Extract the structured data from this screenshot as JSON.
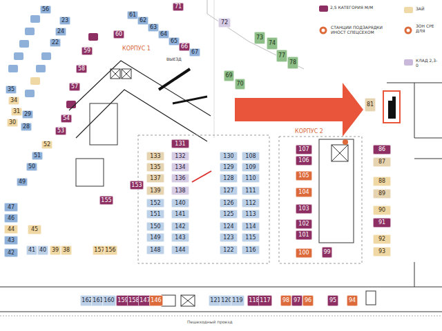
{
  "diagram": {
    "nodes": [
      {
        "text": [
          "56"
        ]
      },
      {
        "text": [
          "23"
        ]
      },
      {
        "text": [
          "24"
        ]
      },
      {
        "text": [
          "22"
        ]
      },
      {
        "text": [
          "35"
        ]
      },
      {
        "text": [
          "34"
        ]
      },
      {
        "text": [
          "31"
        ]
      },
      {
        "text": [
          "30"
        ]
      },
      {
        "text": [
          "29"
        ]
      },
      {
        "text": [
          "28"
        ]
      },
      {
        "text": [
          "54"
        ]
      },
      {
        "text": [
          "53"
        ]
      },
      {
        "text": [
          "52"
        ]
      },
      {
        "text": [
          "51"
        ]
      },
      {
        "text": [
          "50"
        ]
      },
      {
        "text": [
          "49"
        ]
      },
      {
        "text": [
          "47"
        ]
      },
      {
        "text": [
          "46"
        ]
      },
      {
        "text": [
          "44"
        ]
      },
      {
        "text": [
          "43"
        ]
      },
      {
        "text": [
          "42"
        ]
      },
      {
        "text": [
          "45"
        ]
      },
      {
        "text": [
          "41"
        ]
      },
      {
        "text": [
          "40"
        ]
      },
      {
        "text": [
          "39"
        ]
      },
      {
        "text": [
          "38"
        ]
      },
      {
        "text": [
          "59"
        ]
      },
      {
        "text": [
          "58"
        ]
      },
      {
        "text": [
          "57"
        ]
      },
      {
        "text": [
          "60"
        ]
      },
      {
        "text": [
          "61"
        ]
      },
      {
        "text": [
          "62"
        ]
      },
      {
        "text": [
          "63"
        ]
      },
      {
        "text": [
          "64"
        ]
      },
      {
        "text": [
          "65"
        ]
      },
      {
        "text": [
          "66"
        ]
      },
      {
        "text": [
          "67"
        ]
      },
      {
        "text": [
          "71"
        ]
      },
      {
        "text": [
          "72"
        ]
      },
      {
        "text": [
          "69"
        ]
      },
      {
        "text": [
          "70"
        ]
      },
      {
        "text": [
          "73"
        ]
      },
      {
        "text": [
          "74"
        ]
      },
      {
        "text": [
          "77"
        ]
      },
      {
        "text": [
          "78"
        ]
      },
      {
        "text": [
          "81"
        ]
      },
      {
        "text": [
          "153"
        ]
      },
      {
        "text": [
          "155"
        ]
      },
      {
        "text": [
          "157"
        ]
      },
      {
        "text": [
          "156"
        ]
      },
      {
        "text": [
          "131"
        ]
      },
      {
        "text": [
          "133"
        ]
      },
      {
        "text": [
          "132"
        ]
      },
      {
        "text": [
          "135"
        ]
      },
      {
        "text": [
          "134"
        ]
      },
      {
        "text": [
          "137"
        ]
      },
      {
        "text": [
          "136"
        ]
      },
      {
        "text": [
          "139"
        ]
      },
      {
        "text": [
          "138"
        ]
      },
      {
        "text": [
          "152"
        ]
      },
      {
        "text": [
          "140"
        ]
      },
      {
        "text": [
          "151"
        ]
      },
      {
        "text": [
          "141"
        ]
      },
      {
        "text": [
          "150"
        ]
      },
      {
        "text": [
          "142"
        ]
      },
      {
        "text": [
          "149"
        ]
      },
      {
        "text": [
          "143"
        ]
      },
      {
        "text": [
          "148"
        ]
      },
      {
        "text": [
          "144"
        ]
      },
      {
        "text": [
          "130"
        ]
      },
      {
        "text": [
          "108"
        ]
      },
      {
        "text": [
          "129"
        ]
      },
      {
        "text": [
          "109"
        ]
      },
      {
        "text": [
          "128"
        ]
      },
      {
        "text": [
          "110"
        ]
      },
      {
        "text": [
          "127"
        ]
      },
      {
        "text": [
          "111"
        ]
      },
      {
        "text": [
          "126"
        ]
      },
      {
        "text": [
          "112"
        ]
      },
      {
        "text": [
          "125"
        ]
      },
      {
        "text": [
          "113"
        ]
      },
      {
        "text": [
          "124"
        ]
      },
      {
        "text": [
          "114"
        ]
      },
      {
        "text": [
          "123"
        ]
      },
      {
        "text": [
          "115"
        ]
      },
      {
        "text": [
          "122"
        ]
      },
      {
        "text": [
          "116"
        ]
      },
      {
        "text": [
          "107"
        ]
      },
      {
        "text": [
          "106"
        ]
      },
      {
        "text": [
          "105"
        ]
      },
      {
        "text": [
          "104"
        ]
      },
      {
        "text": [
          "103"
        ]
      },
      {
        "text": [
          "102"
        ]
      },
      {
        "text": [
          "101"
        ]
      },
      {
        "text": [
          "100"
        ]
      },
      {
        "text": [
          "99"
        ]
      },
      {
        "text": [
          "86"
        ]
      },
      {
        "text": [
          "87"
        ]
      },
      {
        "text": [
          "88"
        ]
      },
      {
        "text": [
          "89"
        ]
      },
      {
        "text": [
          "90"
        ]
      },
      {
        "text": [
          "91"
        ]
      },
      {
        "text": [
          "92"
        ]
      },
      {
        "text": [
          "93"
        ]
      },
      {
        "text": [
          "162"
        ]
      },
      {
        "text": [
          "161"
        ]
      },
      {
        "text": [
          "160"
        ]
      },
      {
        "text": [
          "159"
        ]
      },
      {
        "text": [
          "158"
        ]
      },
      {
        "text": [
          "147"
        ]
      },
      {
        "text": [
          "146"
        ]
      },
      {
        "text": [
          "121"
        ]
      },
      {
        "text": [
          "120"
        ]
      },
      {
        "text": [
          "119"
        ]
      },
      {
        "text": [
          "118"
        ]
      },
      {
        "text": [
          "117"
        ]
      },
      {
        "text": [
          "98"
        ]
      },
      {
        "text": [
          "97"
        ]
      },
      {
        "text": [
          "96"
        ]
      },
      {
        "text": [
          "95"
        ]
      },
      {
        "text": [
          "94"
        ]
      }
    ],
    "labels": [
      "КОРПУС 1",
      "ВЫЕЗД",
      "КОРПУС 2",
      "Пешеходный проезд"
    ],
    "legend": [
      {
        "text": "2,5 КАТЕГОРИЯ М/М",
        "color": "#8e2f63"
      },
      {
        "text": "ЗАЙ",
        "color": "#efd9a6"
      },
      {
        "text": "СТАНЦИИ ПОДЗАРЯДКИ ИНОСТ СПЕЦСЕХОМ"
      },
      {
        "text": "ЗОН СРЕ ДЛЯ"
      },
      {
        "text": "КЛАД 2,3-0",
        "color": "#c9b8da"
      }
    ]
  }
}
